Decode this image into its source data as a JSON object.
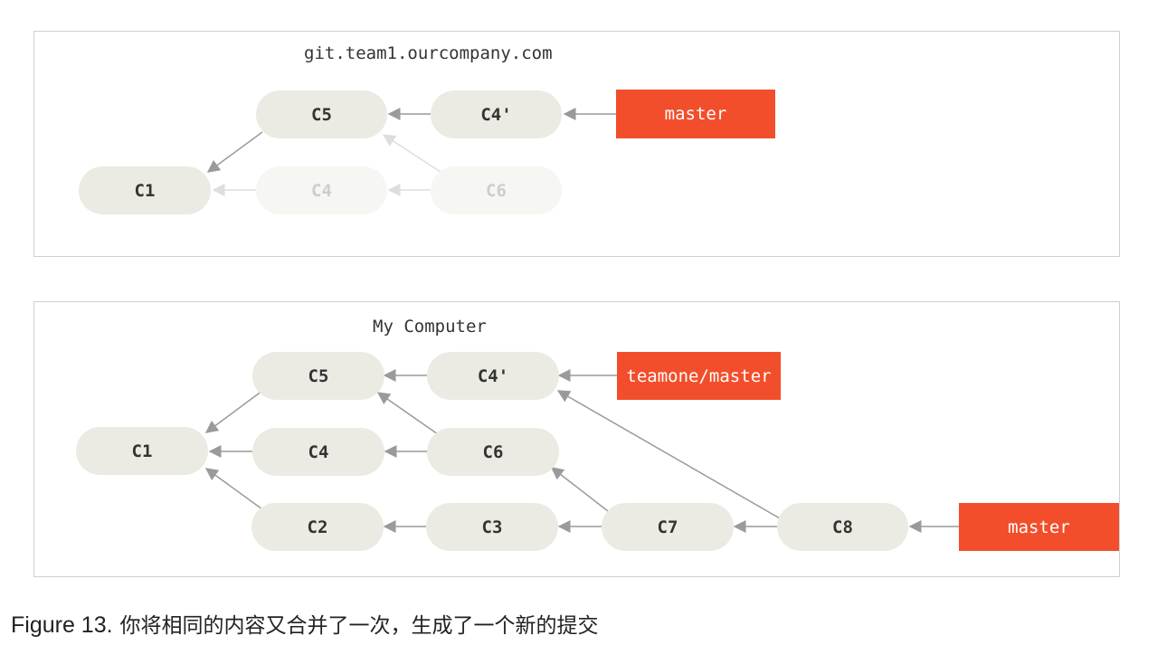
{
  "top_panel": {
    "title": "git.team1.ourcompany.com",
    "commits": {
      "c1": "C1",
      "c5": "C5",
      "c4p": "C4'",
      "c4": "C4",
      "c6": "C6"
    },
    "refs": {
      "master": "master"
    }
  },
  "bottom_panel": {
    "title": "My Computer",
    "commits": {
      "c1": "C1",
      "c5": "C5",
      "c4p": "C4'",
      "c4": "C4",
      "c6": "C6",
      "c2": "C2",
      "c3": "C3",
      "c7": "C7",
      "c8": "C8"
    },
    "refs": {
      "teamone_master": "teamone/master",
      "master": "master"
    }
  },
  "caption": {
    "label": "Figure 13.",
    "text": "你将相同的内容又合并了一次，生成了一个新的提交"
  },
  "colors": {
    "commit_fill": "#ebeae3",
    "commit_faded_fill": "#f6f6f3",
    "ref_fill": "#f24e2b",
    "edge": "#9a9a9a",
    "edge_faded": "#dedede"
  }
}
